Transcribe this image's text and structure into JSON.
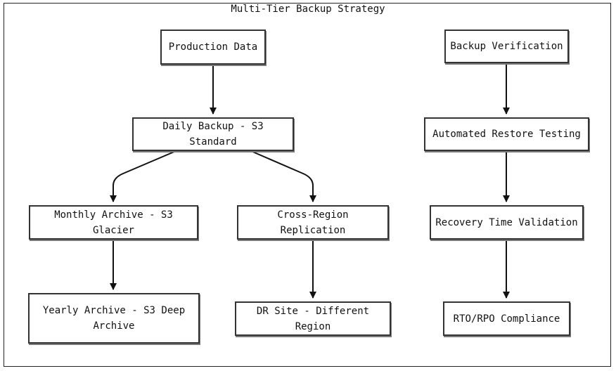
{
  "title": "Multi-Tier Backup Strategy",
  "nodes": {
    "production_data": "Production Data",
    "daily_backup": "Daily Backup - S3 Standard",
    "monthly_archive": "Monthly Archive - S3 Glacier",
    "cross_region": "Cross-Region Replication",
    "yearly_archive": "Yearly Archive - S3 Deep\nArchive",
    "dr_site": "DR Site - Different Region",
    "backup_verification": "Backup Verification",
    "restore_testing": "Automated Restore Testing",
    "recovery_validation": "Recovery Time Validation",
    "rto_rpo": "RTO/RPO Compliance"
  },
  "edges": [
    {
      "from": "Production Data",
      "to": "Daily Backup - S3 Standard"
    },
    {
      "from": "Daily Backup - S3 Standard",
      "to": "Monthly Archive - S3 Glacier"
    },
    {
      "from": "Daily Backup - S3 Standard",
      "to": "Cross-Region Replication"
    },
    {
      "from": "Monthly Archive - S3 Glacier",
      "to": "Yearly Archive - S3 Deep Archive"
    },
    {
      "from": "Cross-Region Replication",
      "to": "DR Site - Different Region"
    },
    {
      "from": "Backup Verification",
      "to": "Automated Restore Testing"
    },
    {
      "from": "Automated Restore Testing",
      "to": "Recovery Time Validation"
    },
    {
      "from": "Recovery Time Validation",
      "to": "RTO/RPO Compliance"
    }
  ]
}
